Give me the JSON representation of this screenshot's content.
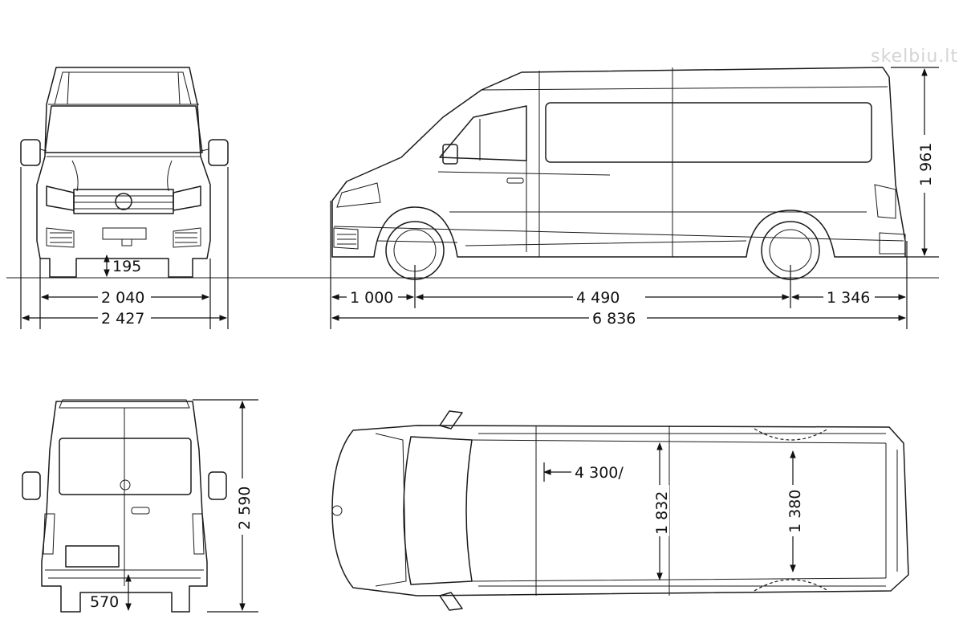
{
  "watermark": "skelbiu.lt",
  "dimensions": {
    "ground_clearance": "195",
    "track_width": "2 040",
    "overall_width_mirrors": "2 427",
    "front_overhang": "1 000",
    "wheelbase": "4 490",
    "rear_overhang": "1 346",
    "overall_length": "6 836",
    "cargo_height": "1 961",
    "overall_height": "2 590",
    "loading_sill_height": "570",
    "cargo_length": "4 300/",
    "cargo_width": "1 832",
    "width_between_wheel_arches": "1 380"
  }
}
